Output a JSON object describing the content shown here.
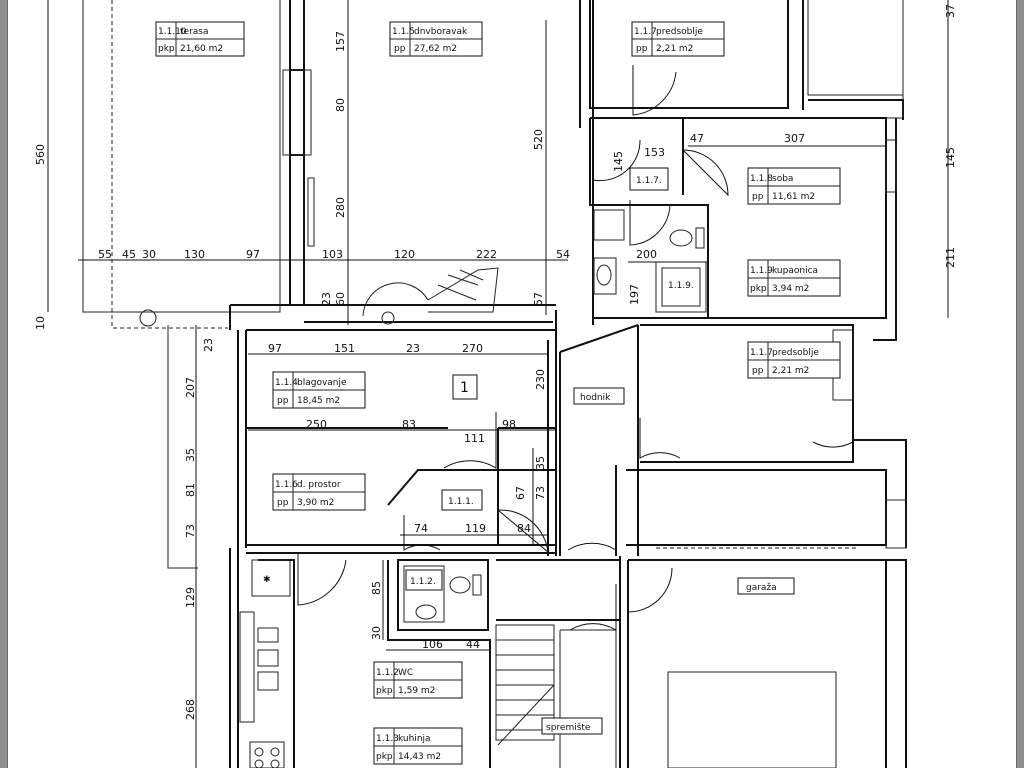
{
  "rooms": [
    {
      "code": "1.1.10",
      "name": "terasa",
      "unit": "pkp",
      "area": "21,60 m2"
    },
    {
      "code": "1.1.5",
      "name": "dnvboravak",
      "unit": "pp",
      "area": "27,62 m2"
    },
    {
      "code": "1.1.7",
      "name": "predsoblje",
      "unit": "pp",
      "area": "2,21 m2"
    },
    {
      "code": "1.1.8",
      "name": "soba",
      "unit": "pp",
      "area": "11,61 m2"
    },
    {
      "code": "1.1.9",
      "name": "kupaonica",
      "unit": "pkp",
      "area": "3,94 m2"
    },
    {
      "code": "1.1.7",
      "name": "predsoblje",
      "unit": "pp",
      "area": "2,21 m2"
    },
    {
      "code": "1.1.4",
      "name": "blagovanje",
      "unit": "pp",
      "area": "18,45 m2"
    },
    {
      "code": "1.1.6",
      "name": "d. prostor",
      "unit": "pp",
      "area": "3,90 m2"
    },
    {
      "code": "1.1.2",
      "name": "WC",
      "unit": "pkp",
      "area": "1,59 m2"
    },
    {
      "code": "1.1.3",
      "name": "kuhinja",
      "unit": "pkp",
      "area": "14,43 m2"
    }
  ],
  "tags": {
    "hodnik": "hodnik",
    "garaza": "garaža",
    "spremiste": "spremište",
    "unit_number": "1",
    "code_117": "1.1.7.",
    "code_119": "1.1.9.",
    "code_111": "1.1.1.",
    "code_112": "1.1.2."
  },
  "dims": {
    "top_row": [
      "55",
      "45",
      "30",
      "130",
      "97",
      "103",
      "120",
      "222",
      "54"
    ],
    "left_vertical": [
      "560",
      "10"
    ],
    "left_vertical_2": [
      "207",
      "35",
      "81",
      "73",
      "129",
      "268",
      "23"
    ],
    "mid_vertical": [
      "157",
      "80",
      "280",
      "23",
      "60",
      "520",
      "57"
    ],
    "right_vertical": [
      "37",
      "145",
      "211"
    ],
    "row_dining": [
      "97",
      "151",
      "23",
      "270"
    ],
    "row_storage": [
      "250",
      "83",
      "98",
      "111"
    ],
    "room_misc": [
      "47",
      "307",
      "145",
      "153",
      "200",
      "197",
      "230",
      "35",
      "67",
      "73",
      "74",
      "119",
      "84",
      "85",
      "30",
      "106",
      "44"
    ]
  },
  "icons": [
    "door-swing-icon",
    "toilet-icon",
    "sink-icon",
    "shower-icon",
    "stove-icon",
    "stair-icon"
  ]
}
